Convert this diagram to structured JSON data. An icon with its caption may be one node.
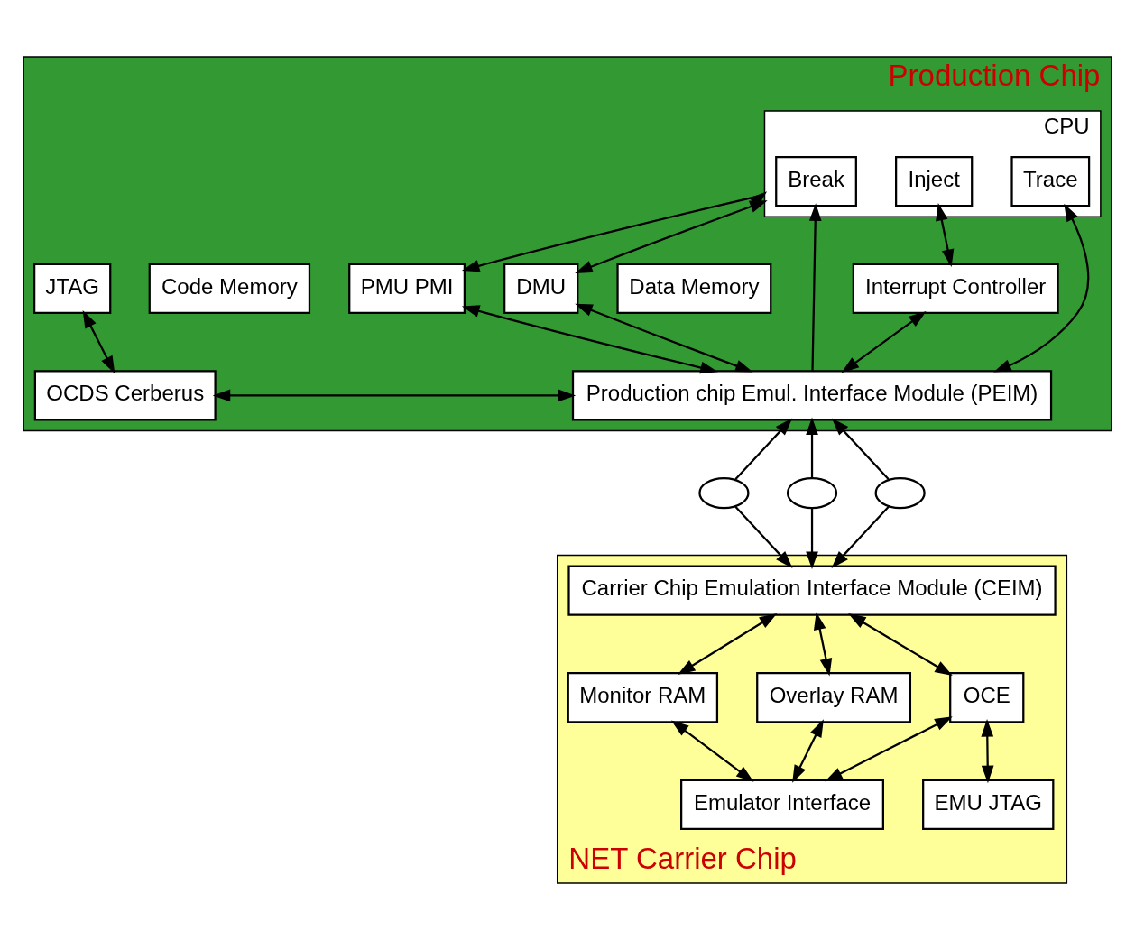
{
  "diagram": {
    "nodes": [
      {
        "text": [
          "Production Chip"
        ]
      },
      {
        "text": [
          "Code Memory"
        ],
        "in": 0
      },
      {
        "text": [
          "PMU PMI"
        ],
        "in": 0
      },
      {
        "text": [
          "CPU"
        ],
        "in": 0
      },
      {
        "text": [
          "Break"
        ],
        "in": 3
      },
      {
        "text": [
          "Inject"
        ],
        "in": 3
      },
      {
        "text": [
          "Trace"
        ],
        "in": 3
      },
      {
        "text": [
          "DMU"
        ],
        "in": 0
      },
      {
        "text": [
          "Data Memory"
        ],
        "in": 0
      },
      {
        "text": [
          "Interrupt Controller"
        ],
        "in": 0
      },
      {
        "text": [
          "JTAG"
        ],
        "in": 0
      },
      {
        "text": [
          "Production chip Emul. Interface Module (PEIM)"
        ],
        "in": 0
      },
      {
        "text": [
          "OCDS Cerberus"
        ],
        "in": 0
      },
      {
        "text": [],
        "shape": "ellipse"
      },
      {
        "text": [],
        "shape": "ellipse"
      },
      {
        "text": [],
        "shape": "ellipse"
      },
      {
        "text": [
          "NET Carrier Chip"
        ]
      },
      {
        "text": [
          "Carrier Chip Emulation Interface Module (CEIM)"
        ],
        "in": 16
      },
      {
        "text": [
          "Monitor RAM"
        ],
        "in": 16
      },
      {
        "text": [
          "Overlay RAM"
        ],
        "in": 16
      },
      {
        "text": [
          "OCE"
        ],
        "in": 16
      },
      {
        "text": [
          "Emulator Interface"
        ],
        "in": 16
      },
      {
        "text": [
          "EMU JTAG"
        ],
        "in": 16
      }
    ],
    "edges": [
      {
        "from": 2,
        "to": 3,
        "arrow": "both"
      },
      {
        "from": 3,
        "to": 7,
        "arrow": "both"
      },
      {
        "from": 2,
        "to": 11,
        "arrow": "both"
      },
      {
        "from": 11,
        "to": 4,
        "arrow": "to"
      },
      {
        "from": 5,
        "to": 9,
        "arrow": "both"
      },
      {
        "from": 9,
        "to": 11,
        "arrow": "both"
      },
      {
        "from": 6,
        "to": 11,
        "arrow": "both"
      },
      {
        "from": 7,
        "to": 11,
        "arrow": "both"
      },
      {
        "from": 10,
        "to": 12,
        "arrow": "both"
      },
      {
        "from": 11,
        "to": 12,
        "arrow": "both"
      },
      {
        "from": 13,
        "to": 11,
        "arrow": "to"
      },
      {
        "from": 13,
        "to": 17,
        "arrow": "to"
      },
      {
        "from": 14,
        "to": 11,
        "arrow": "to"
      },
      {
        "from": 14,
        "to": 17,
        "arrow": "to"
      },
      {
        "from": 15,
        "to": 11,
        "arrow": "to"
      },
      {
        "from": 15,
        "to": 17,
        "arrow": "to"
      },
      {
        "from": 17,
        "to": 18,
        "arrow": "both"
      },
      {
        "from": 17,
        "to": 19,
        "arrow": "both"
      },
      {
        "from": 17,
        "to": 20,
        "arrow": "both"
      },
      {
        "from": 18,
        "to": 21,
        "arrow": "both"
      },
      {
        "from": 19,
        "to": 21,
        "arrow": "both"
      },
      {
        "from": 20,
        "to": 21,
        "arrow": "both"
      },
      {
        "from": 20,
        "to": 22,
        "arrow": "both"
      }
    ]
  }
}
